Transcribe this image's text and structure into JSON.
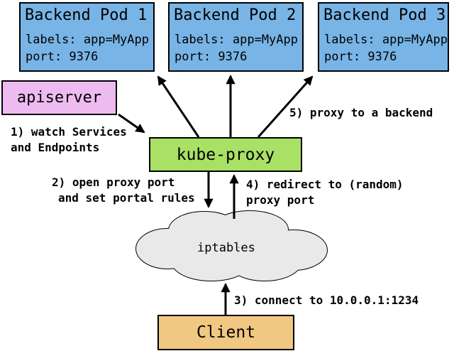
{
  "nodes": {
    "pods": [
      {
        "title": "Backend Pod 1",
        "labels_line": "labels: app=MyApp",
        "port_line": "port: 9376"
      },
      {
        "title": "Backend Pod 2",
        "labels_line": "labels: app=MyApp",
        "port_line": "port: 9376"
      },
      {
        "title": "Backend Pod 3",
        "labels_line": "labels: app=MyApp",
        "port_line": "port: 9376"
      }
    ],
    "apiserver": {
      "label": "apiserver"
    },
    "kube_proxy": {
      "label": "kube-proxy"
    },
    "iptables": {
      "label": "iptables"
    },
    "client": {
      "label": "Client"
    }
  },
  "steps": {
    "step1": {
      "line1": "1) watch Services",
      "line2": "and Endpoints"
    },
    "step2": {
      "line1": "2) open proxy port",
      "line2": "and set portal rules"
    },
    "step3": {
      "line1": "3) connect to 10.0.0.1:1234"
    },
    "step4": {
      "line1": "4) redirect to (random)",
      "line2": "proxy port"
    },
    "step5": {
      "line1": "5) proxy to a backend"
    }
  },
  "colors": {
    "pod_fill": "#78b4e6",
    "apiserver_fill": "#eebbf0",
    "kube_proxy_fill": "#a9e066",
    "iptables_fill": "#e9e9e9",
    "client_fill": "#f0c882",
    "outline": "#000000"
  }
}
